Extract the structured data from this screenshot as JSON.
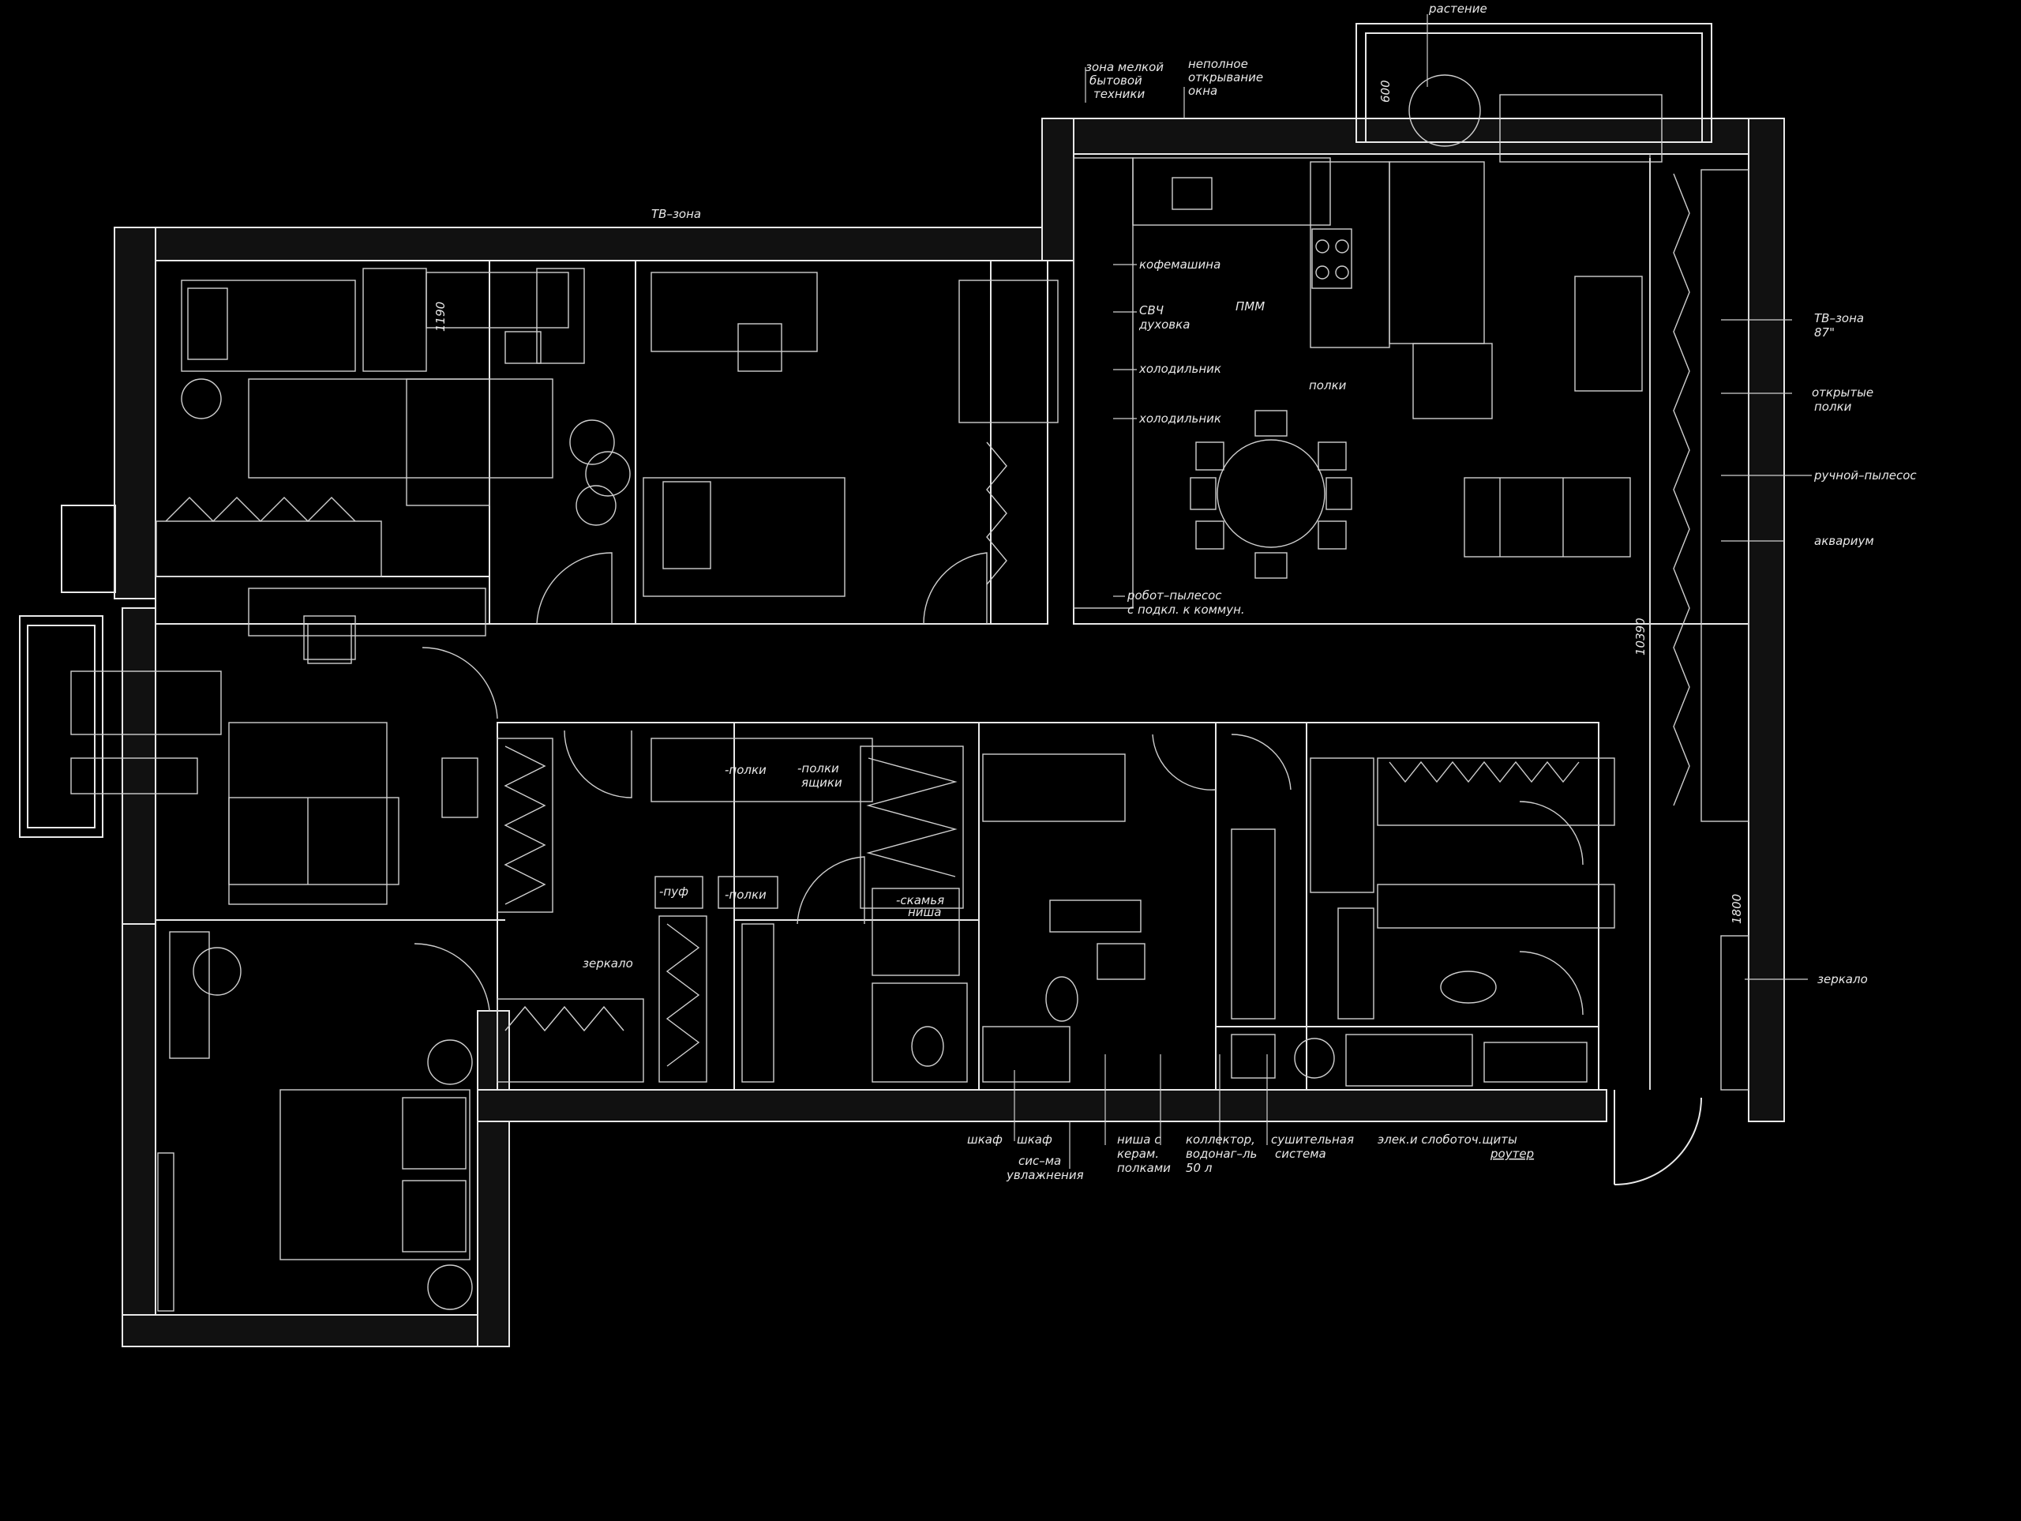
{
  "labels": {
    "rastenie": "растение",
    "zona_melkoy_1": "зона мелкой",
    "zona_melkoy_2": "бытовой",
    "zona_melkoy_3": "техники",
    "nepolnoe_1": "неполное",
    "nepolnoe_2": "открывание",
    "nepolnoe_3": "окна",
    "tv_zona_left": "ТВ–зона",
    "kofemashina": "кофемашина",
    "svch_1": "СВЧ",
    "svch_2": "духовка",
    "pmm": "ПММ",
    "holodilnik_1": "холодильник",
    "holodilnik_2": "холодильник",
    "polki_kitchen": "полки",
    "robot_1": "робот–пылесос",
    "robot_2": "с подкл. к коммун.",
    "tv_zona_right_1": "ТВ–зона",
    "tv_zona_right_2": "87\"",
    "open_shelves_1": "открытые",
    "open_shelves_2": "полки",
    "hand_vacuum": "ручной–пылесос",
    "aquarium": "аквариум",
    "mirror_right": "зеркало",
    "polki_1": "-полки",
    "polki_yashchiki_1": "-полки",
    "polki_yashchiki_2": "ящики",
    "puf": "-пуф",
    "polki_2": "-полки",
    "skamya_1": "-скамья",
    "skamya_2": "ниша",
    "zerkalo": "зеркало",
    "shkaf_1": "шкаф",
    "shkaf_2": "шкаф",
    "sis_1": "сис–ма",
    "sis_2": "увлажнения",
    "nisha_1": "ниша с",
    "nisha_2": "керам.",
    "nisha_3": "полками",
    "kollektor_1": "коллектор,",
    "kollektor_2": "водонаг–ль",
    "kollektor_3": "50 л",
    "sush_1": "сушительная",
    "sush_2": "система",
    "elek": "элек.и слоботоч.щиты",
    "router": "роутер"
  },
  "dimensions": {
    "d1190": "1190",
    "d600": "600",
    "d10390": "10390",
    "d1800": "1800"
  }
}
